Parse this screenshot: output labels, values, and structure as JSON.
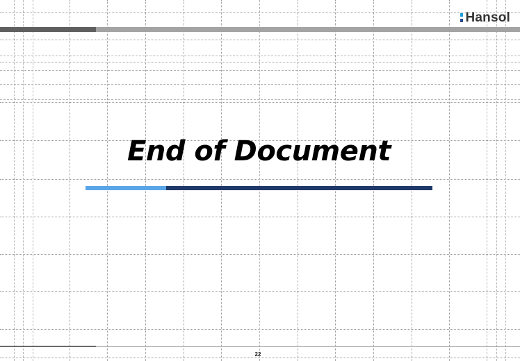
{
  "brand": {
    "logo_text": "Hansol",
    "logo_mark_colors": [
      "#1d9bd8",
      "#2a4a8c"
    ]
  },
  "slide": {
    "title": "End of Document",
    "underline_colors": {
      "left": "#5aa5e8",
      "right": "#1f3868"
    }
  },
  "footer": {
    "page_number": "22"
  }
}
